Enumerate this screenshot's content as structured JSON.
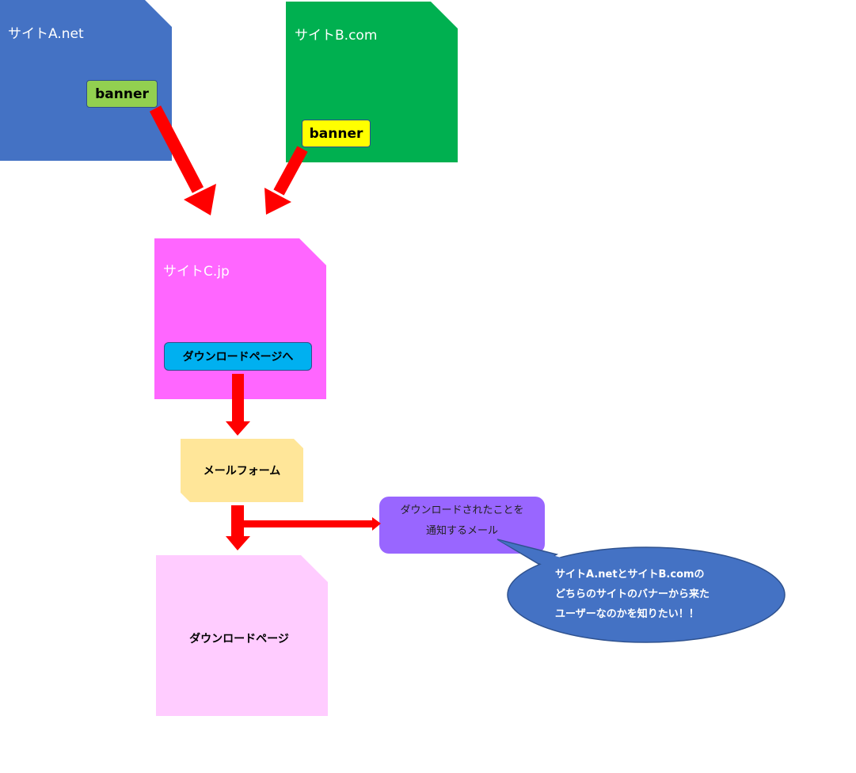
{
  "site_a": {
    "label": "サイトA.net",
    "banner": "banner",
    "color": "#4472C4",
    "banner_color": "#92D050"
  },
  "site_b": {
    "label": "サイトB.com",
    "banner": "banner",
    "color": "#00B050",
    "banner_color": "#FFFF00"
  },
  "site_c": {
    "label": "サイトC.jp",
    "button": "ダウンロードページへ",
    "color": "#FF66FF",
    "button_color": "#00B0F0"
  },
  "mail_form": {
    "label": "メールフォーム",
    "color": "#FFE699"
  },
  "download_page": {
    "label": "ダウンロードページ",
    "color": "#FFCCFF"
  },
  "notification": {
    "line1": "ダウンロードされたことを",
    "line2": "通知するメール",
    "color": "#9966FF"
  },
  "callout": {
    "line1": "サイトA.netとサイトB.comの",
    "line2": "どちらのサイトのバナーから来た",
    "line3": "ユーザーなのかを知りたい！！",
    "color": "#4472C4"
  },
  "arrow_color": "#FF0000"
}
